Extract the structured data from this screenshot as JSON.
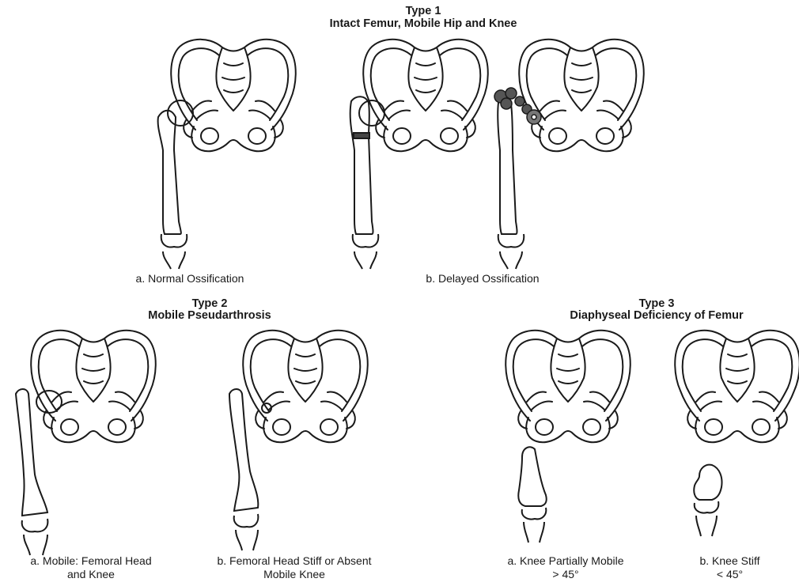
{
  "type1": {
    "heading": "Type 1",
    "subheading": "Intact Femur, Mobile Hip and Knee",
    "caption_a": "a.  Normal Ossification",
    "caption_b": "b.  Delayed Ossification"
  },
  "type2": {
    "heading": "Type 2",
    "subheading": "Mobile Pseudarthrosis",
    "caption_a_line1": "a.  Mobile: Femoral Head",
    "caption_a_line2": "and Knee",
    "caption_b_line1": "b.  Femoral Head Stiff or Absent",
    "caption_b_line2": "Mobile Knee"
  },
  "type3": {
    "heading": "Type 3",
    "subheading": "Diaphyseal Deficiency of Femur",
    "caption_a_line1": "a.  Knee Partially Mobile",
    "caption_a_line2": "> 45°",
    "caption_b_line1": "b.  Knee Stiff",
    "caption_b_line2": "< 45°"
  }
}
